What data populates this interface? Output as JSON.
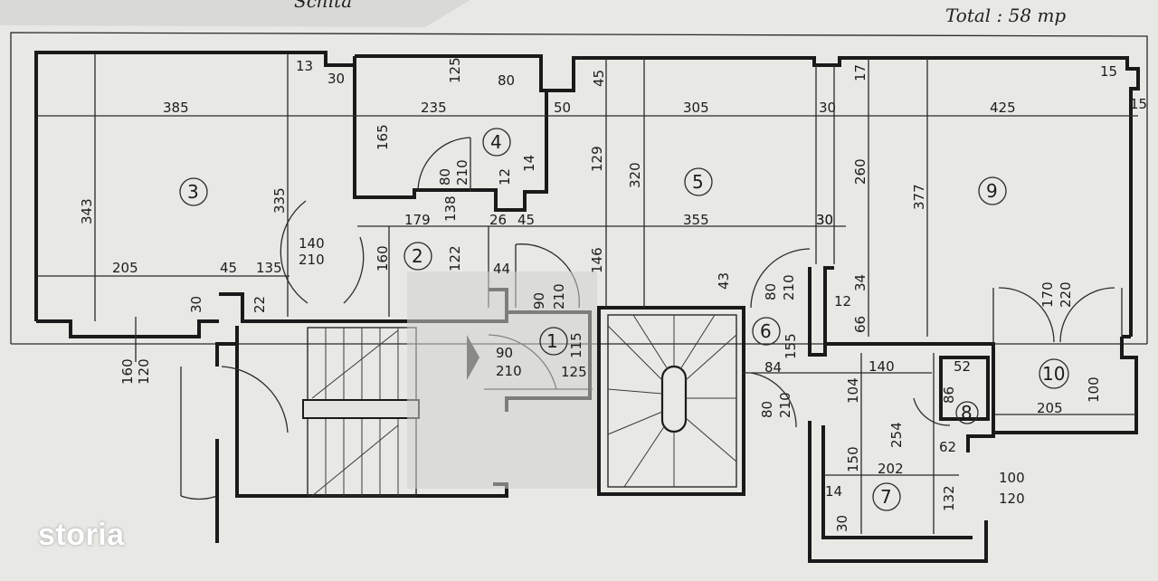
{
  "header": {
    "title_fragment": "Schita",
    "total": "Total : 58 mp"
  },
  "watermark": "storia",
  "rooms": [
    "1",
    "2",
    "3",
    "4",
    "5",
    "6",
    "7",
    "8",
    "9",
    "10"
  ],
  "dims": {
    "d385": "385",
    "d343": "343",
    "d335": "335",
    "d205": "205",
    "d45a": "45",
    "d135": "135",
    "d30a": "30",
    "d22": "22",
    "d160a": "160",
    "d120a": "120",
    "d13": "13",
    "d30b": "30",
    "d125a": "125",
    "d80a": "80",
    "d235": "235",
    "d165": "165",
    "d80b": "80",
    "d210a": "210",
    "d12a": "12",
    "d14a": "14",
    "d138": "138",
    "d26": "26",
    "d45b": "45",
    "d179": "179",
    "d140a": "140",
    "d210b": "210",
    "d160b": "160",
    "d122": "122",
    "d44": "44",
    "d90a": "90",
    "d210c": "210",
    "d115": "115",
    "d90b": "90",
    "d210d": "210",
    "d125b": "125",
    "d45c": "45",
    "d50": "50",
    "d305": "305",
    "d129": "129",
    "d320": "320",
    "d355": "355",
    "d146": "146",
    "d30c": "30",
    "d43": "43",
    "d80c": "80",
    "d210e": "210",
    "d155": "155",
    "d84": "84",
    "d80d": "80",
    "d210f": "210",
    "d17": "17",
    "d30d": "30",
    "d425": "425",
    "d15a": "15",
    "d15b": "15",
    "d260": "260",
    "d377": "377",
    "d30e": "30",
    "d34": "34",
    "d12b": "12",
    "d66": "66",
    "d170": "170",
    "d220": "220",
    "d140b": "140",
    "d52": "52",
    "d104": "104",
    "d86": "86",
    "d254": "254",
    "d62": "62",
    "d150": "150",
    "d202": "202",
    "d14b": "14",
    "d132": "132",
    "d30f": "30",
    "d100a": "100",
    "d120b": "120",
    "d205b": "205",
    "d100b": "100"
  }
}
